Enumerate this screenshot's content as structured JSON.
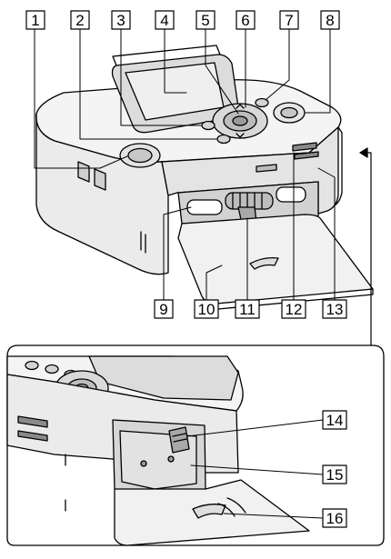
{
  "callouts": {
    "c1": "1",
    "c2": "2",
    "c3": "3",
    "c4": "4",
    "c5": "5",
    "c6": "6",
    "c7": "7",
    "c8": "8",
    "c9": "9",
    "c10": "10",
    "c11": "11",
    "c12": "12",
    "c13": "13",
    "c14": "14",
    "c15": "15",
    "c16": "16"
  },
  "colors": {
    "line": "#000000",
    "body": "#f4f4f4",
    "shade": "#d9d9d9",
    "dark": "#9a9a9a"
  }
}
